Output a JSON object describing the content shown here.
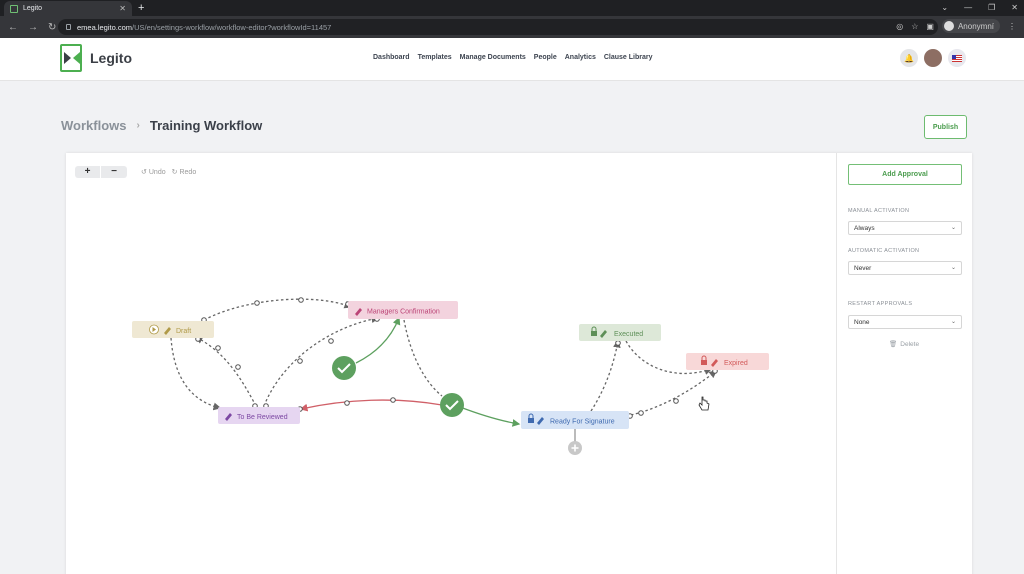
{
  "browser": {
    "tab_title": "Legito",
    "url_host": "emea.legito.com",
    "url_path": "/US/en/settings-workflow/workflow-editor?workflowId=11457",
    "profile_name": "Anonymní"
  },
  "header": {
    "logo_text": "Legito",
    "nav": [
      "Dashboard",
      "Templates",
      "Manage Documents",
      "People",
      "Analytics",
      "Clause Library"
    ]
  },
  "page": {
    "breadcrumb_root": "Workflows",
    "breadcrumb_current": "Training Workflow",
    "publish_label": "Publish"
  },
  "toolbar": {
    "zoom_in": "+",
    "zoom_out": "−",
    "undo": "Undo",
    "redo": "Redo"
  },
  "workflow": {
    "nodes": [
      {
        "id": "draft",
        "label": "Draft",
        "bg": "#efe8d3",
        "fg": "#b09a48"
      },
      {
        "id": "to-be-reviewed",
        "label": "To Be Reviewed",
        "bg": "#e6d6f1",
        "fg": "#7c48a3"
      },
      {
        "id": "managers-confirmation",
        "label": "Managers Confirmation",
        "bg": "#f3d3de",
        "fg": "#bb4476"
      },
      {
        "id": "ready-for-signature",
        "label": "Ready For Signature",
        "bg": "#d7e4f6",
        "fg": "#3f6ab0"
      },
      {
        "id": "executed",
        "label": "Executed",
        "bg": "#dde8d8",
        "fg": "#5e8f58"
      },
      {
        "id": "expired",
        "label": "Expired",
        "bg": "#f8d8d8",
        "fg": "#d25a5a"
      }
    ]
  },
  "sidebar": {
    "add_approval": "Add Approval",
    "manual_activation_label": "MANUAL ACTIVATION",
    "manual_activation_value": "Always",
    "automatic_activation_label": "AUTOMATIC ACTIVATION",
    "automatic_activation_value": "Never",
    "restart_approvals_label": "RESTART APPROVALS",
    "restart_approvals_value": "None",
    "delete_label": "Delete"
  },
  "colors": {
    "accent": "#4caf50",
    "approval": "#5da05f",
    "reject": "#d06068"
  }
}
